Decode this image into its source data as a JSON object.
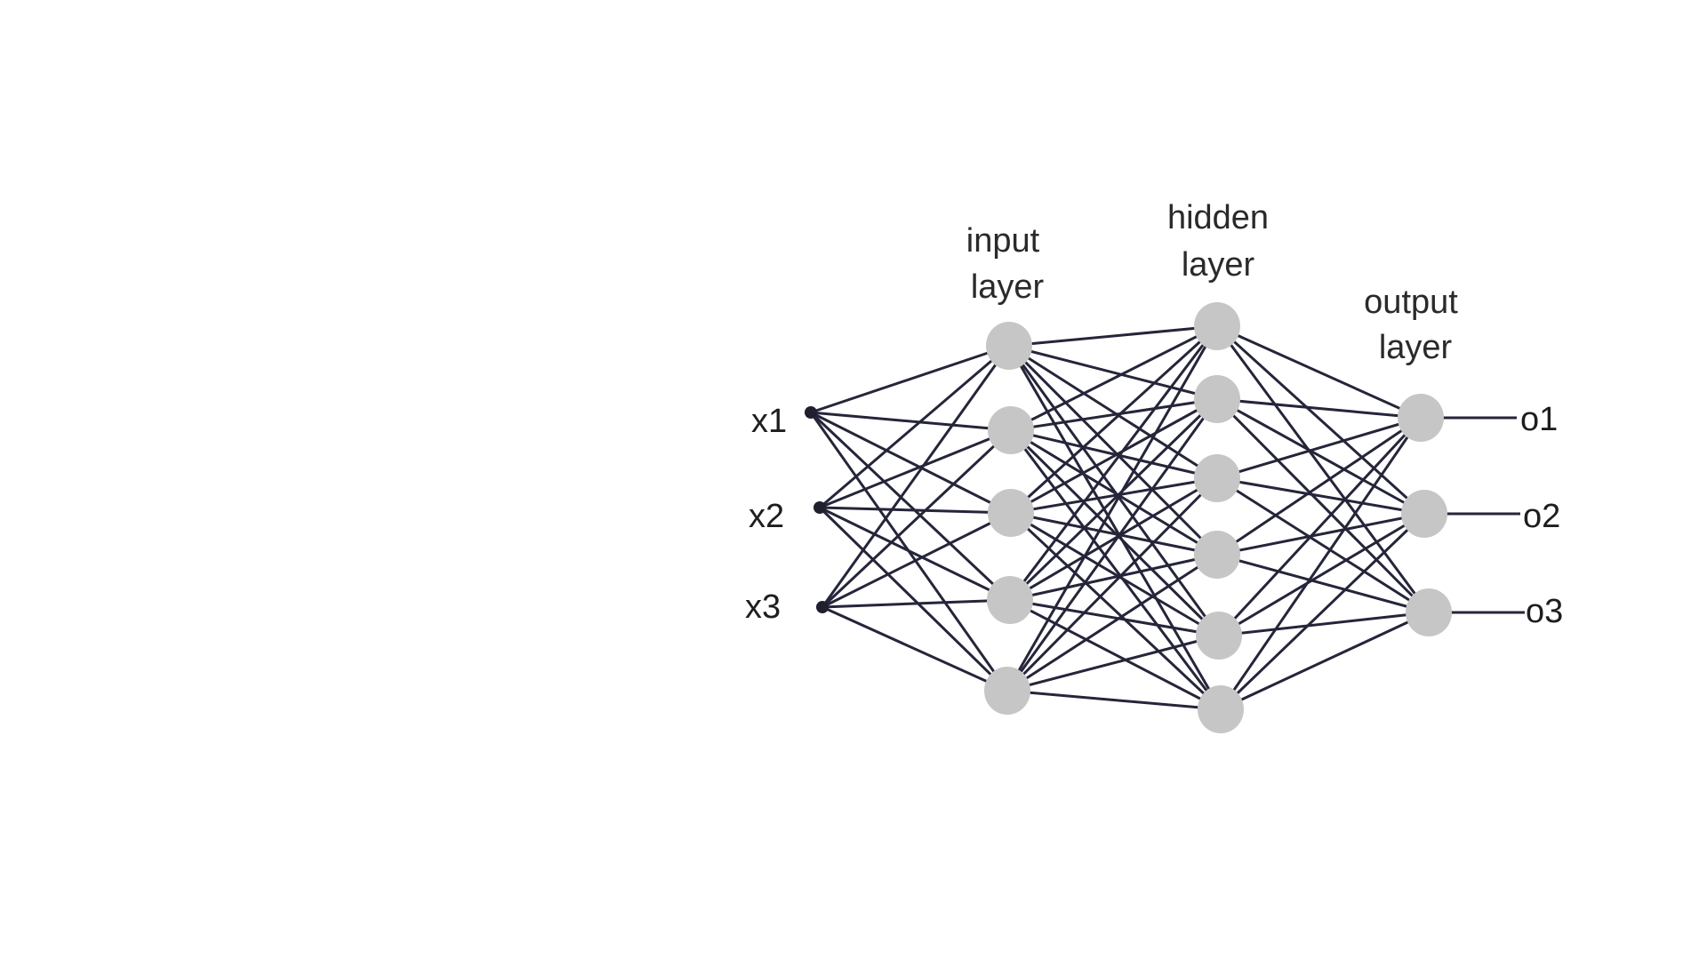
{
  "diagram": {
    "layers": {
      "input": {
        "title_line1": "input",
        "title_line2": "layer",
        "node_count": 5
      },
      "hidden": {
        "title_line1": "hidden",
        "title_line2": "layer",
        "node_count": 6
      },
      "output": {
        "title_line1": "output",
        "title_line2": "layer",
        "node_count": 3
      }
    },
    "inputs": [
      "x1",
      "x2",
      "x3"
    ],
    "outputs": [
      "o1",
      "o2",
      "o3"
    ],
    "connectivity": "fully-connected",
    "colors": {
      "node_fill": "#c6c6c6",
      "edge": "#25253a",
      "text": "#2a2a2a"
    }
  }
}
